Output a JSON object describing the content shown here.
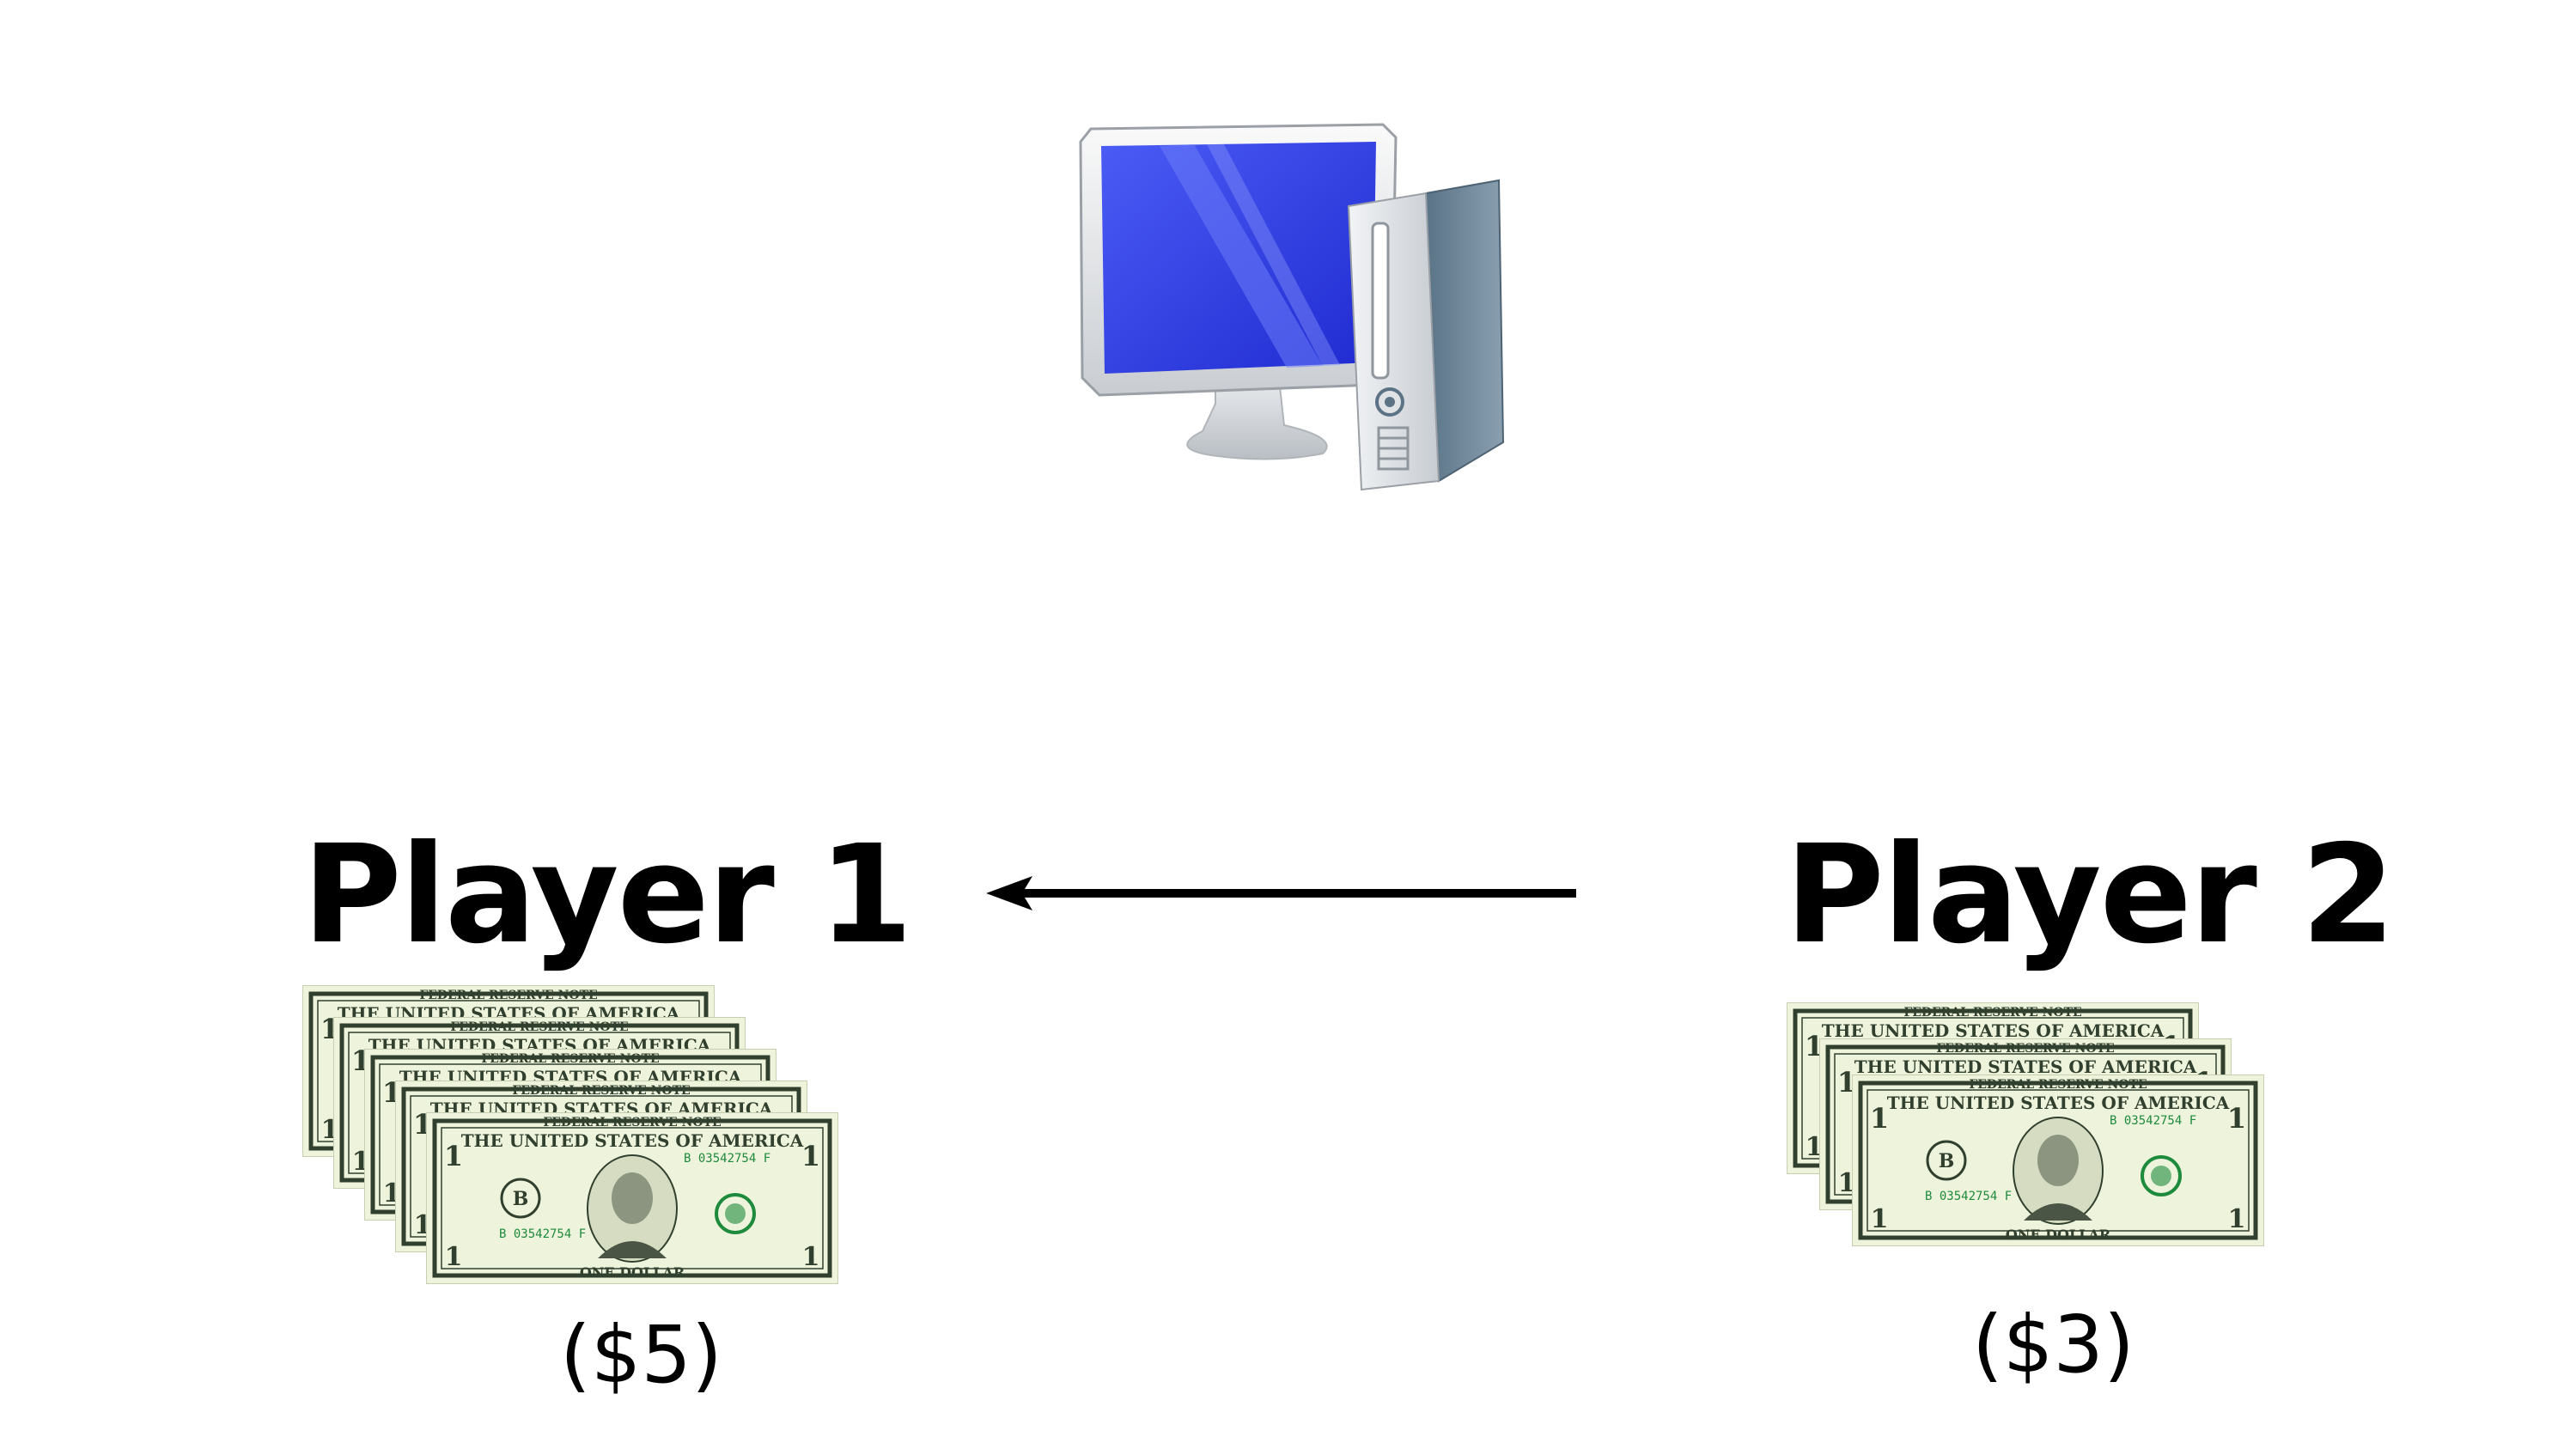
{
  "players": [
    {
      "label": "Player 1",
      "amount": "($5)",
      "bill_count": 5
    },
    {
      "label": "Player 2",
      "amount": "($3)",
      "bill_count": 3
    }
  ],
  "arrow": {
    "direction": "left",
    "from": "Player 2",
    "to": "Player 1"
  },
  "icons": {
    "computer": "desktop-computer-icon",
    "money": "dollar-bill-icon"
  },
  "bill_text": {
    "top": "FEDERAL RESERVE NOTE",
    "country": "THE UNITED STATES OF AMERICA",
    "serial": "B 03542754 F",
    "denomination": "ONE DOLLAR",
    "letter": "B",
    "corner": "1"
  },
  "colors": {
    "screen": "#2f3fe0",
    "bill_paper": "#eef3dc",
    "bill_ink": "#31402e",
    "bill_green": "#1e8a3c"
  }
}
